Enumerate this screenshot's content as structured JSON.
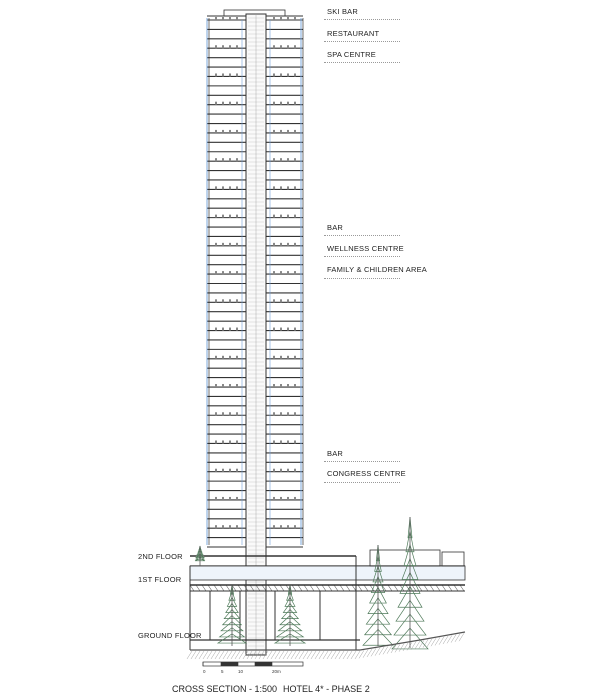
{
  "functions": [
    {
      "label": "SKI BAR"
    },
    {
      "label": "RESTAURANT"
    },
    {
      "label": "SPA CENTRE"
    },
    {
      "label": "BAR"
    },
    {
      "label": "WELLNESS CENTRE"
    },
    {
      "label": "FAMILY & CHILDREN AREA"
    },
    {
      "label": "BAR"
    },
    {
      "label": "CONGRESS CENTRE"
    }
  ],
  "floors": [
    {
      "label": "2ND FLOOR"
    },
    {
      "label": "1ST FLOOR"
    },
    {
      "label": "GROUND FLOOR"
    }
  ],
  "scale_bar": {
    "ticks": [
      "0",
      "5",
      "10",
      "20m"
    ]
  },
  "title": {
    "section": "CROSS SECTION - 1:500",
    "project": "HOTEL 4* - PHASE 2"
  },
  "colors": {
    "line": "#333333",
    "glass": "#6f9fd8",
    "ground": "#555555",
    "tree": "#4f7a5a"
  }
}
